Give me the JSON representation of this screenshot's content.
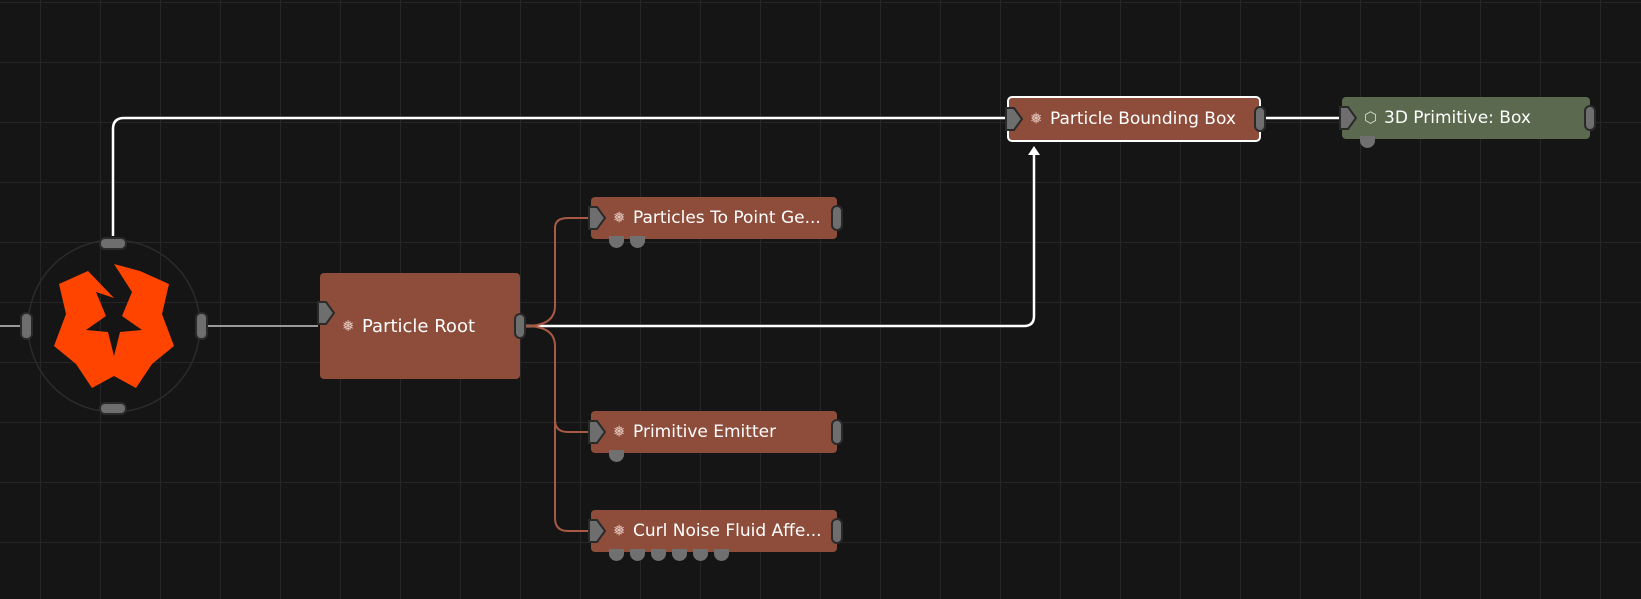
{
  "colors": {
    "canvas_bg": "#151515",
    "grid": "#262626",
    "particle_node": "#8e4d3a",
    "primitive_node": "#5b6a4f",
    "logo": "#ff4400",
    "wire_white": "#ffffff",
    "wire_particle": "#a85a44"
  },
  "nodes": {
    "bounding_box": {
      "label": "Particle Bounding Box",
      "icon": "particle-icon"
    },
    "primitive_box": {
      "label": "3D Primitive: Box",
      "icon": "cube-icon"
    },
    "point_geometry": {
      "label": "Particles To Point Ge...",
      "icon": "particle-icon"
    },
    "root": {
      "label": "Particle Root",
      "icon": "particle-icon"
    },
    "emitter": {
      "label": "Primitive Emitter",
      "icon": "particle-icon"
    },
    "curl_noise": {
      "label": "Curl Noise Fluid Affe...",
      "icon": "particle-icon"
    },
    "logo": {
      "icon": "logo-icon"
    }
  }
}
